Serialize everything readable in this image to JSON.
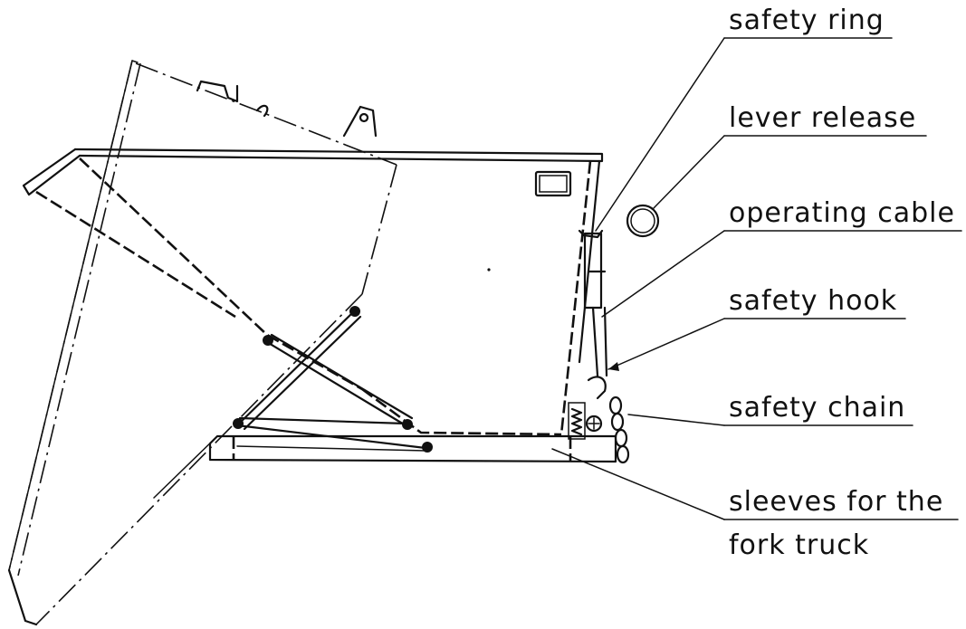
{
  "callouts": [
    {
      "id": "safety-ring",
      "label": "safety ring"
    },
    {
      "id": "lever-release",
      "label": "lever release"
    },
    {
      "id": "operating-cable",
      "label": "operating cable"
    },
    {
      "id": "safety-hook",
      "label": "safety hook"
    },
    {
      "id": "safety-chain",
      "label": "safety chain"
    },
    {
      "id": "sleeves",
      "label_line1": "sleeves for the",
      "label_line2": "fork truck"
    }
  ],
  "colors": {
    "ink": "#111111",
    "background": "#ffffff"
  }
}
